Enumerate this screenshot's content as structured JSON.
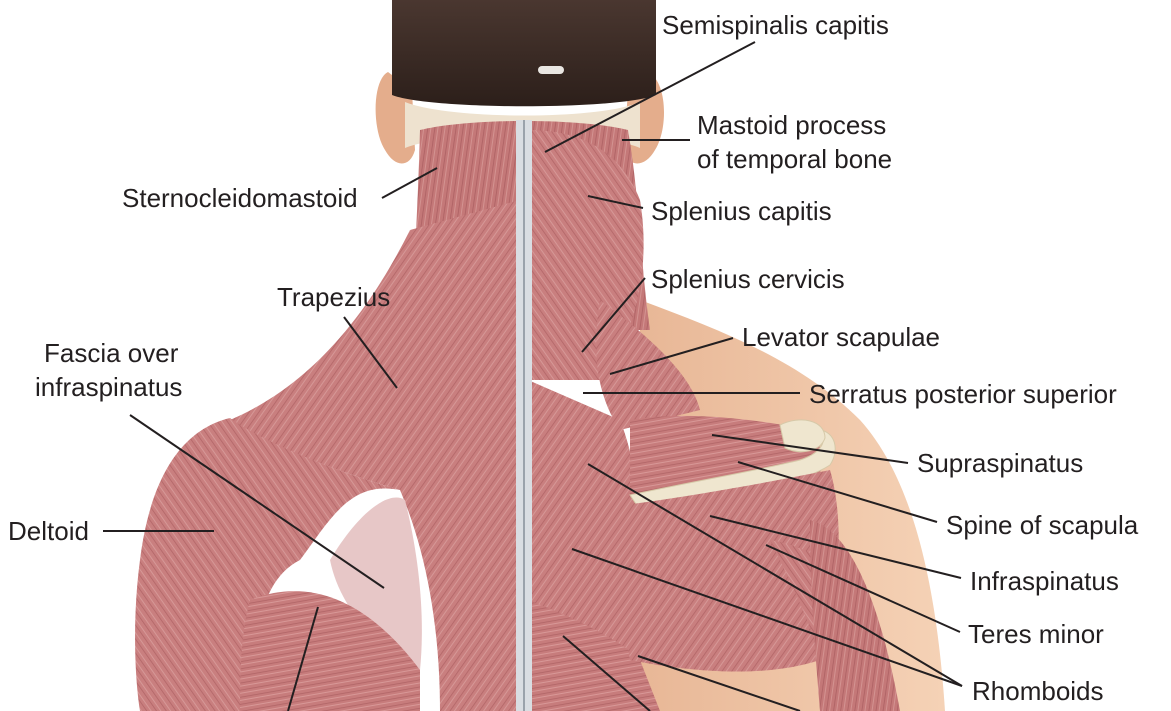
{
  "diagram": {
    "colors": {
      "muscle": "#c97f7f",
      "muscle_dark": "#a85a5c",
      "muscle_light": "#e0a8a6",
      "skin": "#f1c6a6",
      "skin_shadow": "#dfa583",
      "hair": "#3a2a24",
      "bone": "#efe6cf",
      "spine_line": "#c9cfd6",
      "leader": "#231f20"
    },
    "labels": {
      "semispinalis_capitis": "Semispinalis capitis",
      "mastoid_line1": "Mastoid process",
      "mastoid_line2": "of temporal bone",
      "sternocleidomastoid": "Sternocleidomastoid",
      "splenius_capitis": "Splenius capitis",
      "splenius_cervicis": "Splenius cervicis",
      "trapezius": "Trapezius",
      "levator_scapulae": "Levator scapulae",
      "fascia_line1": "Fascia over",
      "fascia_line2": "infraspinatus",
      "serratus_posterior_superior": "Serratus posterior superior",
      "supraspinatus": "Supraspinatus",
      "deltoid": "Deltoid",
      "spine_of_scapula": "Spine of scapula",
      "infraspinatus": "Infraspinatus",
      "teres_minor": "Teres minor",
      "rhomboids": "Rhomboids"
    }
  }
}
